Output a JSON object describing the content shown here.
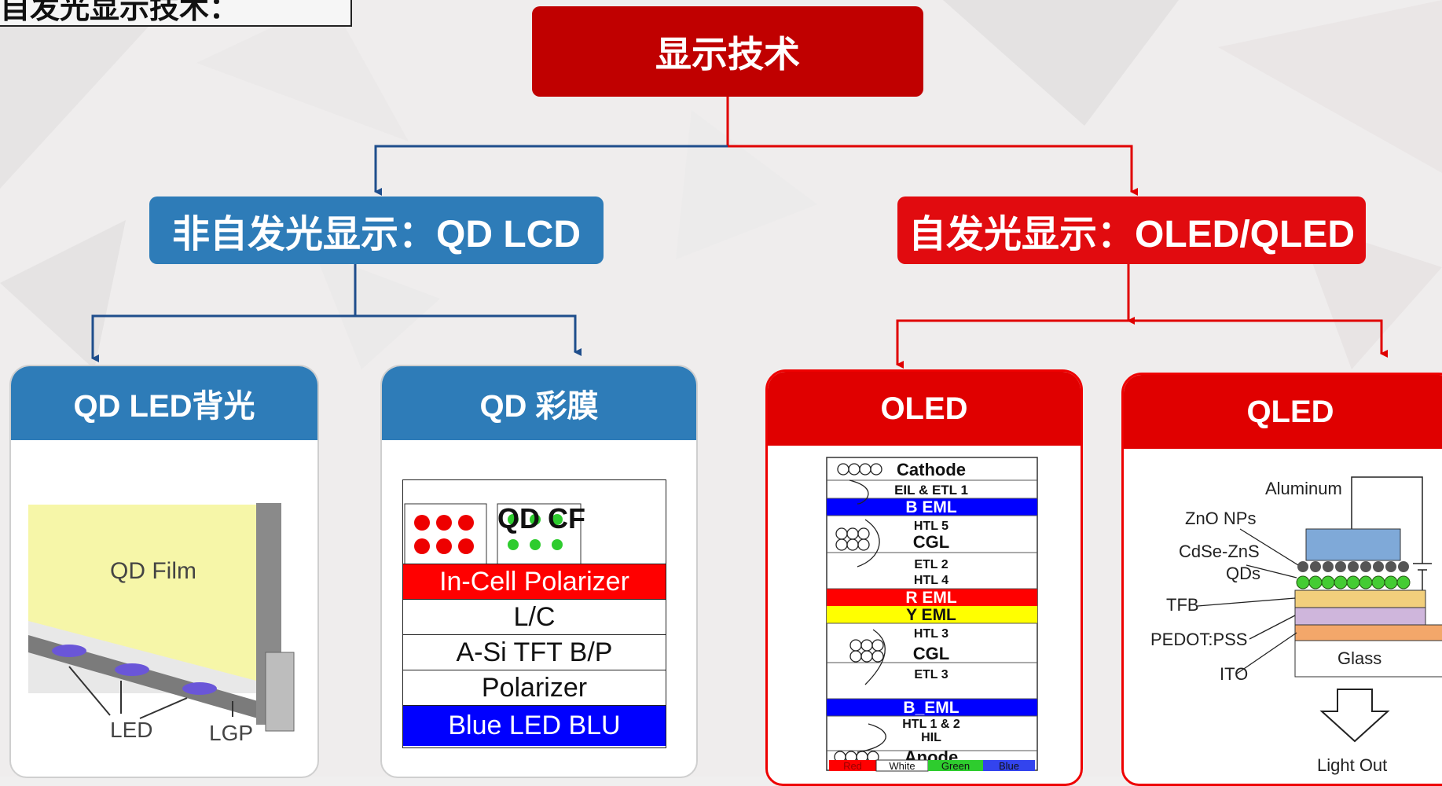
{
  "title_fragment": "自发光显示技术：",
  "root": "显示技术",
  "categories": {
    "non_emissive": "非自发光显示：QD LCD",
    "emissive": "自发光显示：OLED/QLED"
  },
  "cards": {
    "qd_led": {
      "header": "QD LED背光",
      "labels": {
        "film": "QD Film",
        "led": "LED",
        "lgp": "LGP"
      }
    },
    "qd_cf": {
      "header": "QD 彩膜",
      "qd_cf_label": "QD CF",
      "layers": [
        "In-Cell Polarizer",
        "L/C",
        "A-Si TFT B/P",
        "Polarizer",
        "Blue LED BLU"
      ]
    },
    "oled": {
      "header": "OLED",
      "layers": [
        "Cathode",
        "EIL & ETL 1",
        "B EML",
        "HTL 5",
        "CGL",
        "ETL 2",
        "HTL 4",
        "R EML",
        "Y EML",
        "HTL 3",
        "CGL",
        "ETL 3",
        "B_EML",
        "HTL 1 & 2",
        "HIL",
        "Anode"
      ],
      "filters": [
        "Red",
        "White",
        "Green",
        "Blue"
      ]
    },
    "qled": {
      "header": "QLED",
      "labels": [
        "Aluminum",
        "ZnO NPs",
        "CdSe-ZnS",
        "QDs",
        "TFB",
        "PEDOT:PSS",
        "ITO",
        "Glass",
        "Light Out"
      ]
    }
  },
  "colors": {
    "brand_red": "#c00000",
    "accent_red": "#e00000",
    "accent_blue": "#2e7cb8",
    "blue_layer": "#0000ff",
    "yellow_layer": "#ffff00",
    "red_layer": "#ff0000"
  }
}
